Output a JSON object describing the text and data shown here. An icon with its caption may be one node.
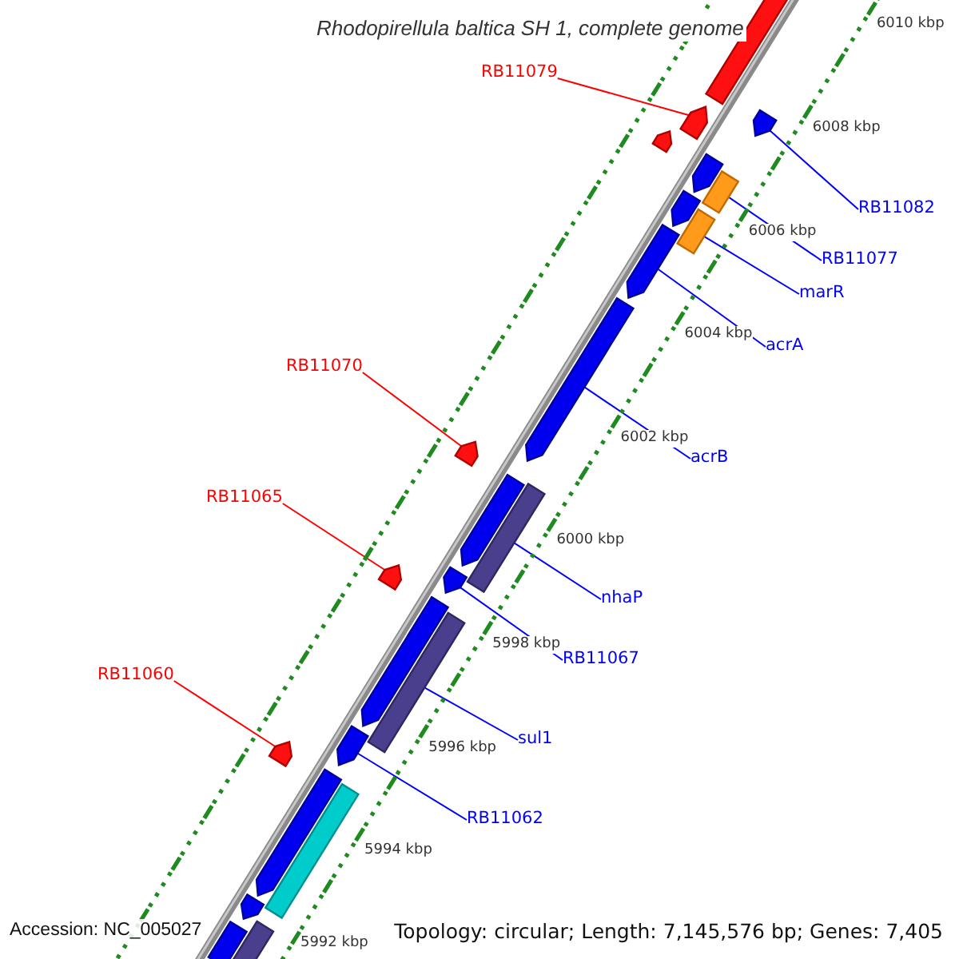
{
  "diagram": {
    "title": "Rhodopirellula baltica SH 1, complete genome",
    "nodes": [
      {
        "text": [
          "RB11079"
        ]
      },
      {
        "text": [
          "RB11082"
        ]
      },
      {
        "text": [
          "RB11077"
        ]
      },
      {
        "text": [
          "marR"
        ]
      },
      {
        "text": [
          "acrA"
        ]
      },
      {
        "text": [
          "RB11070"
        ]
      },
      {
        "text": [
          "acrB"
        ]
      },
      {
        "text": [
          "RB11065"
        ]
      },
      {
        "text": [
          "nhaP"
        ]
      },
      {
        "text": [
          "RB11067"
        ]
      },
      {
        "text": [
          "RB11060"
        ]
      },
      {
        "text": [
          "sul1"
        ]
      },
      {
        "text": [
          "RB11062"
        ]
      },
      {
        "text": [],
        "shape": "bar"
      },
      {
        "text": [],
        "shape": "bar"
      },
      {
        "text": [],
        "shape": "bar"
      },
      {
        "text": [],
        "shape": "bar"
      },
      {
        "text": [],
        "shape": "bar"
      },
      {
        "text": [],
        "shape": "bar"
      },
      {
        "text": [],
        "shape": "bar"
      },
      {
        "text": [],
        "shape": "bar"
      },
      {
        "text": [],
        "shape": "bar"
      },
      {
        "text": [],
        "shape": "bar"
      },
      {
        "text": [],
        "shape": "bar"
      },
      {
        "text": [],
        "shape": "bar"
      },
      {
        "text": [],
        "shape": "bar"
      },
      {
        "text": [],
        "shape": "bar"
      },
      {
        "text": [],
        "shape": "bar"
      },
      {
        "text": [],
        "shape": "bar"
      },
      {
        "text": [],
        "shape": "bar"
      },
      {
        "text": [],
        "shape": "bar"
      },
      {
        "text": [],
        "shape": "bar"
      },
      {
        "text": [],
        "shape": "bar"
      },
      {
        "text": [],
        "shape": "bar"
      },
      {
        "text": [],
        "shape": "bar"
      },
      {
        "text": [],
        "shape": "bar"
      },
      {
        "text": [],
        "shape": "bar"
      }
    ],
    "edges": [
      {
        "from": 0,
        "to": 13,
        "arrow": "none",
        "color": "#ff0000"
      },
      {
        "from": 1,
        "to": 14,
        "arrow": "none"
      },
      {
        "from": 2,
        "to": 15,
        "arrow": "none"
      },
      {
        "from": 3,
        "to": 16,
        "arrow": "none"
      },
      {
        "from": 4,
        "to": 17,
        "arrow": "none"
      },
      {
        "from": 5,
        "to": 18,
        "arrow": "none",
        "color": "#ff0000"
      },
      {
        "from": 6,
        "to": 19,
        "arrow": "none"
      },
      {
        "from": 7,
        "to": 20,
        "arrow": "none",
        "color": "#ff0000"
      },
      {
        "from": 8,
        "to": 21,
        "arrow": "none"
      },
      {
        "from": 9,
        "to": 22,
        "arrow": "none"
      },
      {
        "from": 10,
        "to": 23,
        "arrow": "none",
        "color": "#ff0000"
      },
      {
        "from": 11,
        "to": 24,
        "arrow": "none"
      },
      {
        "from": 12,
        "to": 25,
        "arrow": "none"
      }
    ],
    "labels": [
      "6010 kbp",
      "6008 kbp",
      "6006 kbp",
      "6004 kbp",
      "6002 kbp",
      "6000 kbp",
      "5998 kbp",
      "5996 kbp",
      "5994 kbp",
      "5992 kbp",
      "Accession: NC_005027",
      "Topology: circular; Length: 7,145,576 bp; Genes: 7,405"
    ]
  }
}
